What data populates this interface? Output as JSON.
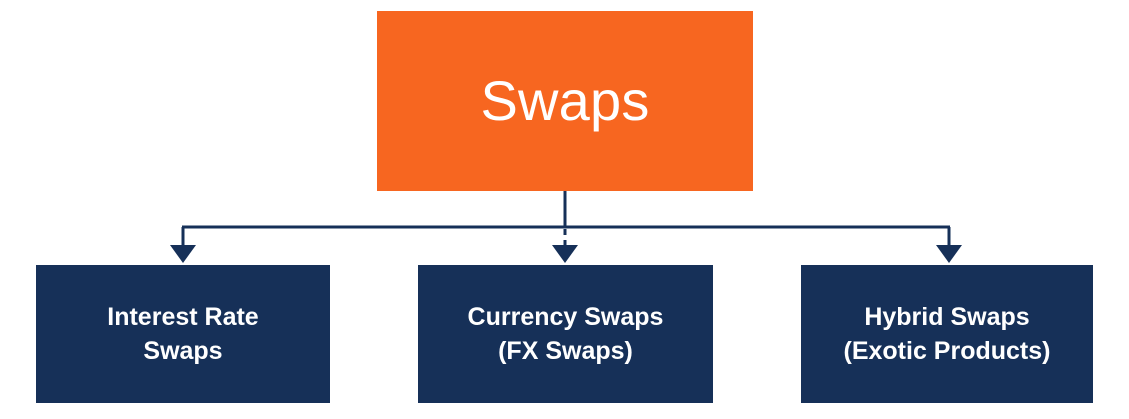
{
  "diagram": {
    "title": "Swaps",
    "type": "hierarchy-tree",
    "colors": {
      "root_fill": "#f76620",
      "child_fill": "#163058",
      "connector": "#163058",
      "text": "#ffffff",
      "background": "#ffffff"
    },
    "root": {
      "label": "Swaps",
      "name": "swaps"
    },
    "children": [
      {
        "name": "interest-rate-swaps",
        "line1": "Interest Rate",
        "line2": "Swaps",
        "connector_style": "solid"
      },
      {
        "name": "currency-swaps",
        "line1": "Currency Swaps",
        "line2": "(FX Swaps)",
        "connector_style": "dashed"
      },
      {
        "name": "hybrid-swaps",
        "line1": "Hybrid Swaps",
        "line2": "(Exotic Products)",
        "connector_style": "solid"
      }
    ]
  }
}
